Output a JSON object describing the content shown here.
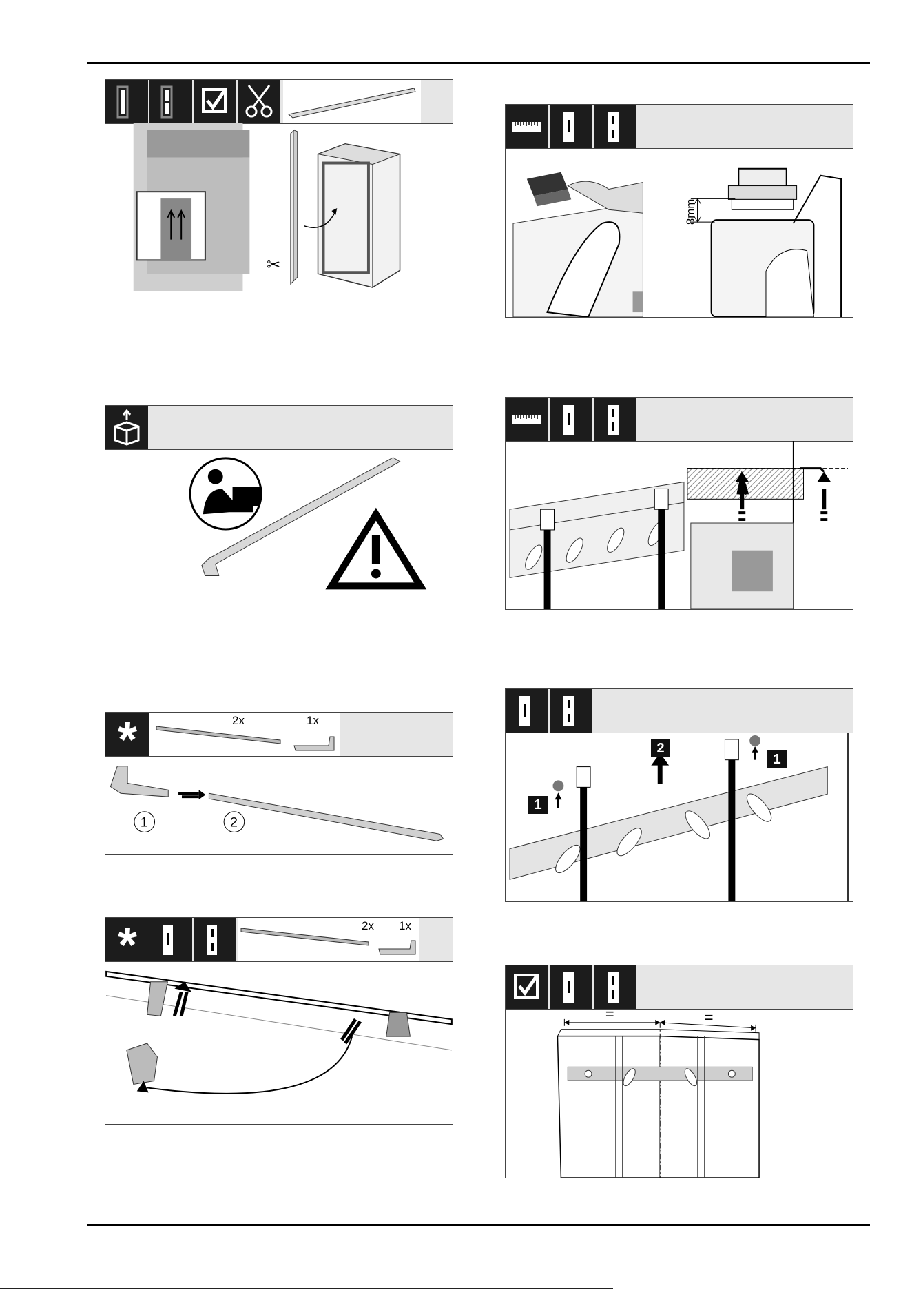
{
  "panels": {
    "trim": {
      "icons": [
        "fridge-left-icon",
        "fridge-combi-icon",
        "checkbox-icon",
        "scissors-icon"
      ],
      "part": "trim-strip"
    },
    "unpack": {
      "icons": [
        "box-unpack-icon"
      ],
      "part": "mounting-rail"
    },
    "parts": {
      "qty_rail": "2x",
      "qty_clip": "1x",
      "callout_1": "1",
      "callout_2": "2"
    },
    "clip": {
      "qty_rail": "2x",
      "qty_clip": "1x"
    },
    "gap": {
      "icons": [
        "ruler-icon",
        "fridge-left-icon",
        "fridge-combi-icon"
      ],
      "dimension": "8mm"
    },
    "flush": {
      "icons": [
        "ruler-icon",
        "fridge-left-icon",
        "fridge-combi-icon"
      ]
    },
    "lift": {
      "icons": [
        "fridge-left-icon",
        "fridge-combi-icon"
      ],
      "step_1": "1",
      "step_2": "2"
    },
    "center": {
      "icons": [
        "checkbox-icon",
        "fridge-left-icon",
        "fridge-combi-icon"
      ],
      "equal_left": "=",
      "equal_right": "="
    }
  }
}
